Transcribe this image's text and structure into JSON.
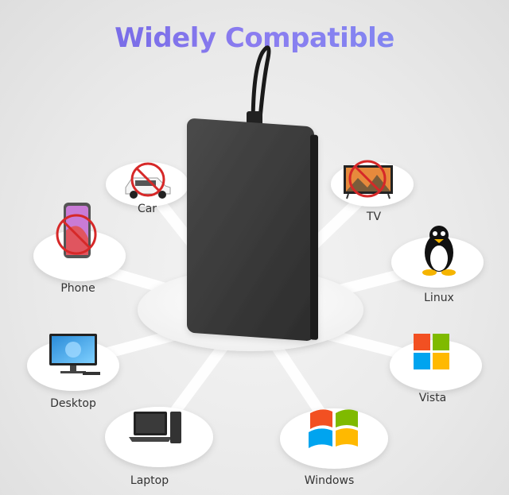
{
  "title": "Widely Compatible",
  "devices": {
    "car": "Car",
    "tv": "TV",
    "phone": "Phone",
    "linux": "Linux",
    "desktop": "Desktop",
    "vista": "Vista",
    "laptop": "Laptop",
    "windows": "Windows"
  },
  "colors": {
    "title_start": "#6a5fe0",
    "title_end": "#7b8cf2",
    "drive_body": "#3a3a3a",
    "prohibition": "#d62828",
    "windows_red": "#f25022",
    "windows_green": "#7fba00",
    "windows_blue": "#00a4ef",
    "windows_yellow": "#ffb900"
  }
}
